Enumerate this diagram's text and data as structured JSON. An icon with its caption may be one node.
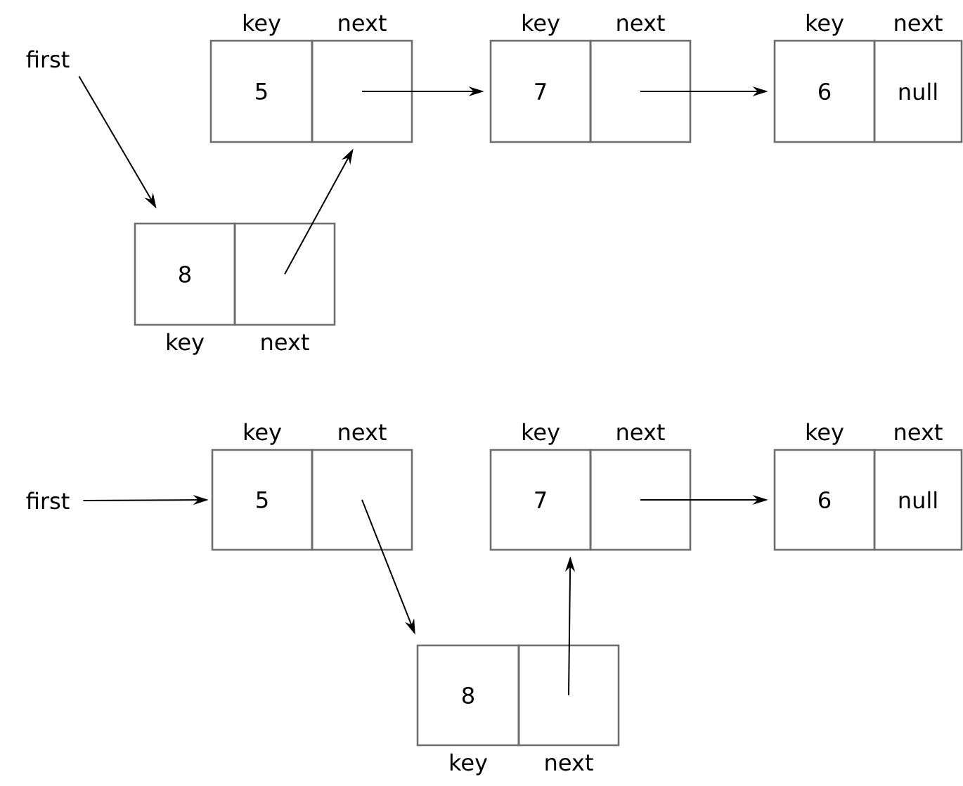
{
  "diagram": {
    "nodes": [
      {
        "text": [
          "first"
        ]
      },
      {
        "text": [
          "key",
          "5"
        ]
      },
      {
        "text": [
          "next"
        ]
      },
      {
        "text": [
          "key",
          "7"
        ]
      },
      {
        "text": [
          "next"
        ]
      },
      {
        "text": [
          "key",
          "6"
        ]
      },
      {
        "text": [
          "next",
          "null"
        ]
      },
      {
        "text": [
          "8",
          "key"
        ]
      },
      {
        "text": [
          "next"
        ]
      },
      {
        "text": [
          "first"
        ]
      },
      {
        "text": [
          "key",
          "5"
        ]
      },
      {
        "text": [
          "next"
        ]
      },
      {
        "text": [
          "key",
          "7"
        ]
      },
      {
        "text": [
          "next"
        ]
      },
      {
        "text": [
          "key",
          "6"
        ]
      },
      {
        "text": [
          "next",
          "null"
        ]
      },
      {
        "text": [
          "8",
          "key"
        ]
      },
      {
        "text": [
          "next"
        ]
      }
    ],
    "edges": [
      {
        "from": 0,
        "to": 7,
        "arrow": "to"
      },
      {
        "from": 8,
        "to": 2,
        "arrow": "to"
      },
      {
        "from": 2,
        "to": 3,
        "arrow": "to"
      },
      {
        "from": 4,
        "to": 5,
        "arrow": "to"
      },
      {
        "from": 9,
        "to": 10,
        "arrow": "to"
      },
      {
        "from": 11,
        "to": 16,
        "arrow": "to"
      },
      {
        "from": 17,
        "to": 12,
        "arrow": "to"
      },
      {
        "from": 13,
        "to": 14,
        "arrow": "to"
      }
    ]
  }
}
